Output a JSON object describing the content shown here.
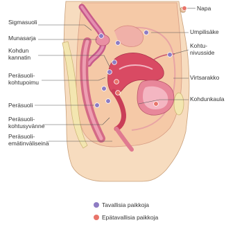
{
  "labels": {
    "sigmasuoli": "Sigmasuoli",
    "munasarja": "Munasarja",
    "kohdun_kannatin": [
      "Kohdun",
      "kannatin"
    ],
    "perasuoli_kohtupoimu": [
      "Peräsuoli-",
      "kohtupoimu"
    ],
    "perasuoli": "Peräsuoli",
    "perasuoli_kohtusyvanne": [
      "Peräsuoli-",
      "kohtusyvänne"
    ],
    "perasuoli_ematinvaliseina": [
      "Peräsuoli-",
      "emätinväliseinä"
    ],
    "napa": "Napa",
    "umpilisake": "Umpilisäke",
    "kohtu_nivusside": [
      "Kohtu-",
      "nivusside"
    ],
    "virtsarakko": "Virtsarakko",
    "kohdunkaula": "Kohdunkaula"
  },
  "legend": {
    "typical_label": "Tavallisia paikkoja",
    "atypical_label": "Epätavallisia paikkoja",
    "typical_color": "#8e7cc3",
    "atypical_color": "#e8746a"
  },
  "colors": {
    "skin": "#f6d9b8",
    "abdomen": "#f2c7a0",
    "peritoneum": "#efb7a8",
    "uterus": "#d94a63",
    "bladder": "#e8879a",
    "colon": "#c85a8a",
    "bone": "#f3e6b0"
  }
}
